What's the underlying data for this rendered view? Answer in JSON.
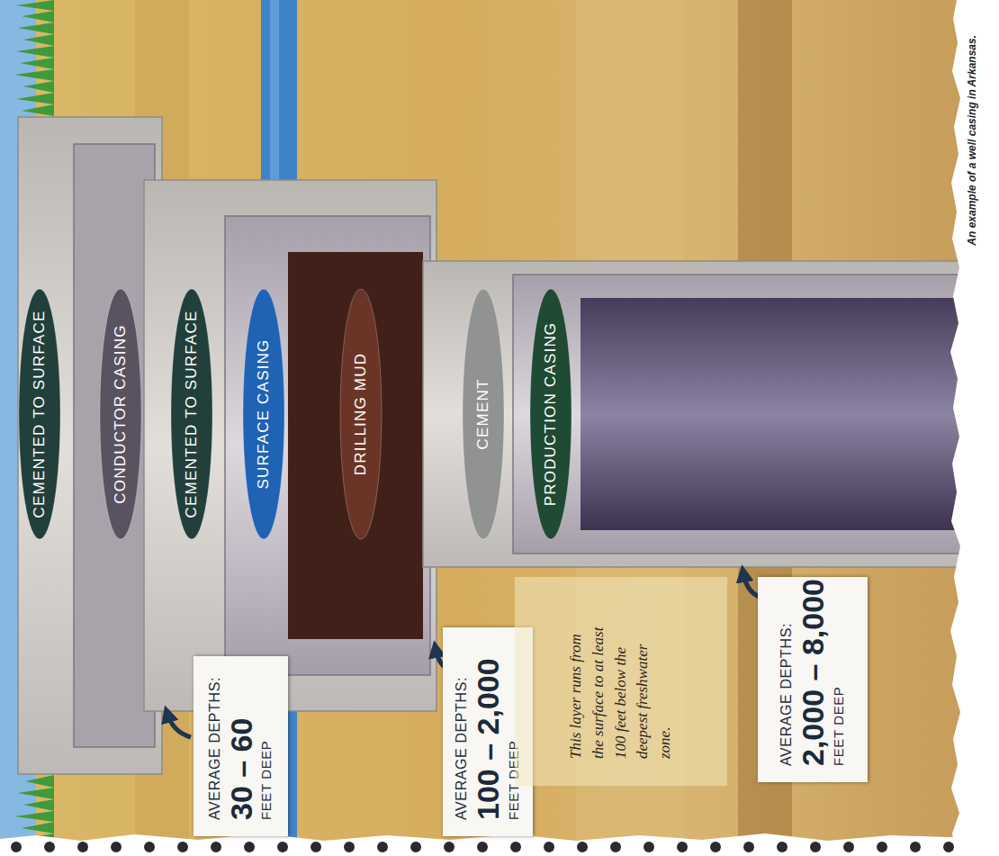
{
  "diagram": {
    "caption": "An example of a well casing in Arkansas.",
    "nodes": [
      {
        "text": [
          "CEMENTED TO SURFACE"
        ]
      },
      {
        "text": [
          "CONDUCTOR CASING"
        ]
      },
      {
        "text": [
          "CEMENTED TO SURFACE"
        ]
      },
      {
        "text": [
          "SURFACE CASING"
        ]
      },
      {
        "text": [
          "DRILLING MUD"
        ]
      },
      {
        "text": [
          "CEMENT"
        ]
      },
      {
        "text": [
          "PRODUCTION CASING"
        ]
      },
      {
        "text": [
          "AVERAGE DEPTHS:",
          "30 – 60",
          "FEET DEEP"
        ]
      },
      {
        "text": [
          "AVERAGE DEPTHS:",
          "100 – 2,000",
          "FEET DEEP"
        ]
      },
      {
        "text": [
          "This layer runs from the surface to at least 100 feet below the deepest freshwater zone."
        ]
      },
      {
        "text": [
          "AVERAGE DEPTHS:",
          "2,000 – 8,000",
          "FEET DEEP"
        ]
      }
    ]
  }
}
